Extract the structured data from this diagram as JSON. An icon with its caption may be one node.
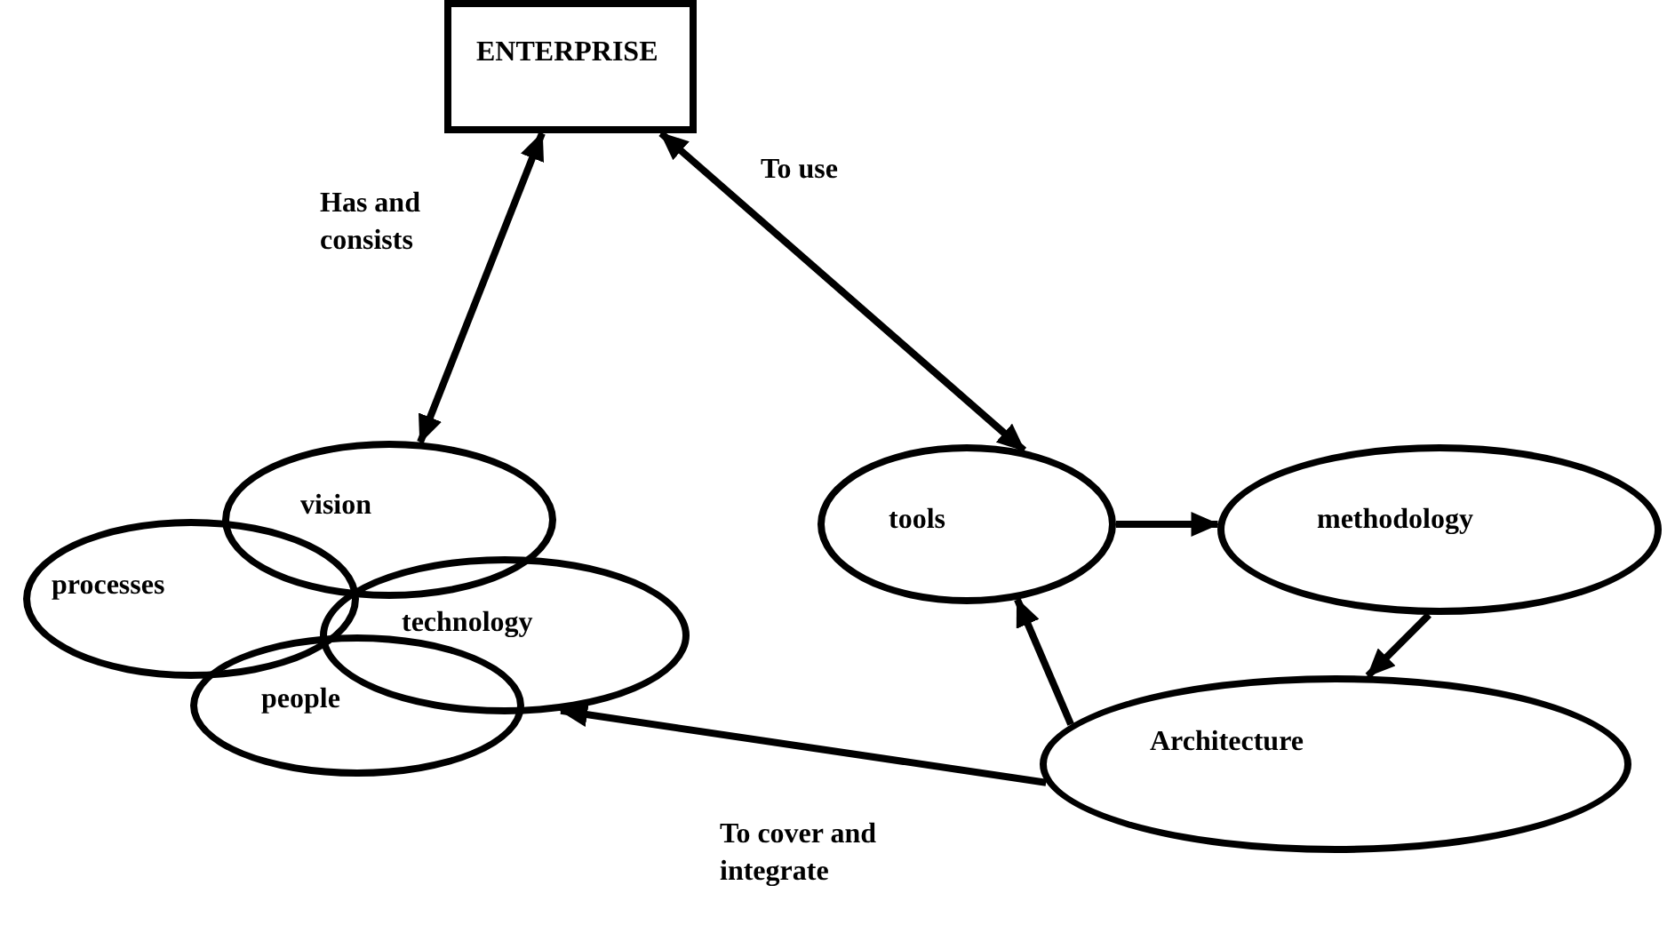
{
  "diagram": {
    "nodes": [
      {
        "text": [
          "ENTERPRISE"
        ]
      },
      {
        "text": [
          "vision"
        ]
      },
      {
        "text": [
          "processes"
        ]
      },
      {
        "text": [
          "technology"
        ]
      },
      {
        "text": [
          "people"
        ]
      },
      {
        "text": [
          "tools"
        ]
      },
      {
        "text": [
          "methodology"
        ]
      },
      {
        "text": [
          "Architecture"
        ]
      }
    ],
    "edges": [
      {
        "from": 0,
        "to": 1,
        "arrow": "both",
        "label": "Has and consists"
      },
      {
        "from": 0,
        "to": 5,
        "arrow": "both",
        "label": "To use"
      },
      {
        "from": 5,
        "to": 6,
        "arrow": "to"
      },
      {
        "from": 6,
        "to": 7,
        "arrow": "to"
      },
      {
        "from": 7,
        "to": 5,
        "arrow": "to"
      },
      {
        "from": 7,
        "to": 3,
        "arrow": "to",
        "label": "To cover and integrate"
      }
    ]
  }
}
